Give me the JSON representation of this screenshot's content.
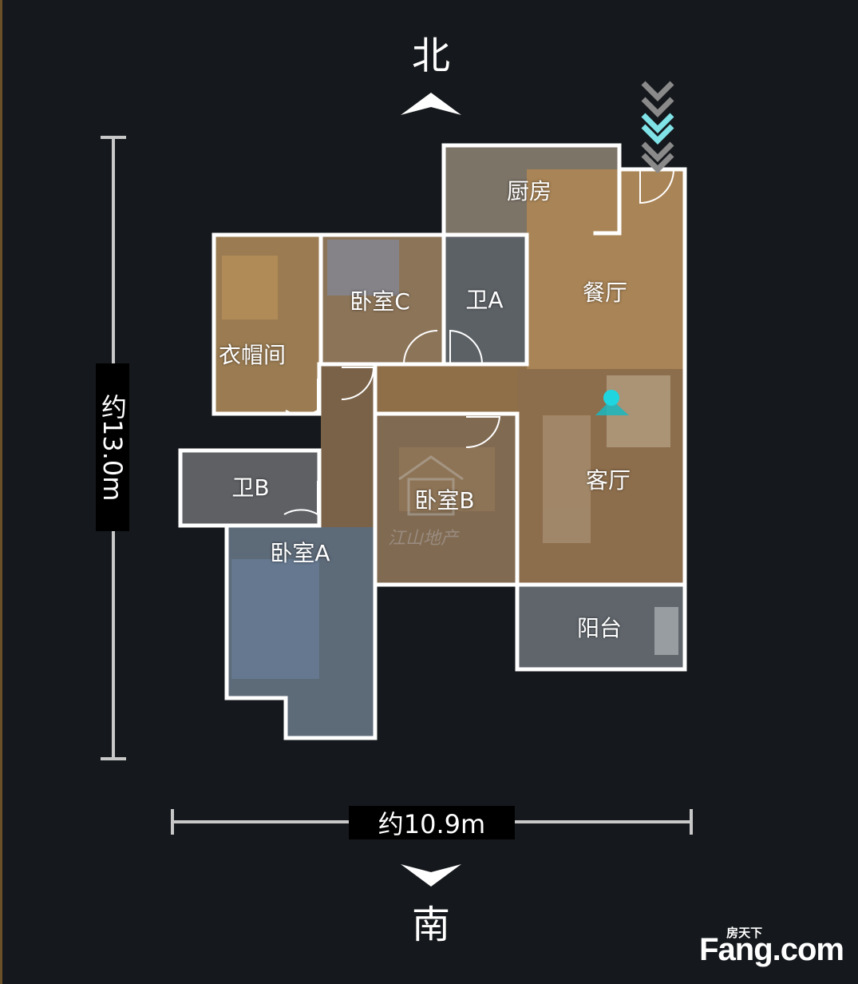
{
  "compass": {
    "north": "北",
    "south": "南"
  },
  "dimensions": {
    "height": "约13.0m",
    "width": "约10.9m"
  },
  "rooms": [
    {
      "key": "kitchen",
      "label": "厨房"
    },
    {
      "key": "dining",
      "label": "餐厅"
    },
    {
      "key": "bedroom_c",
      "label": "卧室C"
    },
    {
      "key": "bath_a",
      "label": "卫A"
    },
    {
      "key": "cloakroom",
      "label": "衣帽间"
    },
    {
      "key": "bath_b",
      "label": "卫B"
    },
    {
      "key": "bedroom_b",
      "label": "卧室B"
    },
    {
      "key": "living",
      "label": "客厅"
    },
    {
      "key": "bedroom_a",
      "label": "卧室A"
    },
    {
      "key": "balcony",
      "label": "阳台"
    }
  ],
  "watermark": "江山地产",
  "brand": {
    "main": "Fang.com",
    "sub": "房天下"
  },
  "colors": {
    "background": "#15181c",
    "wall": "#ffffff",
    "marker": "#1fd6e0",
    "entrance_arrow": "#7fe3e8"
  }
}
